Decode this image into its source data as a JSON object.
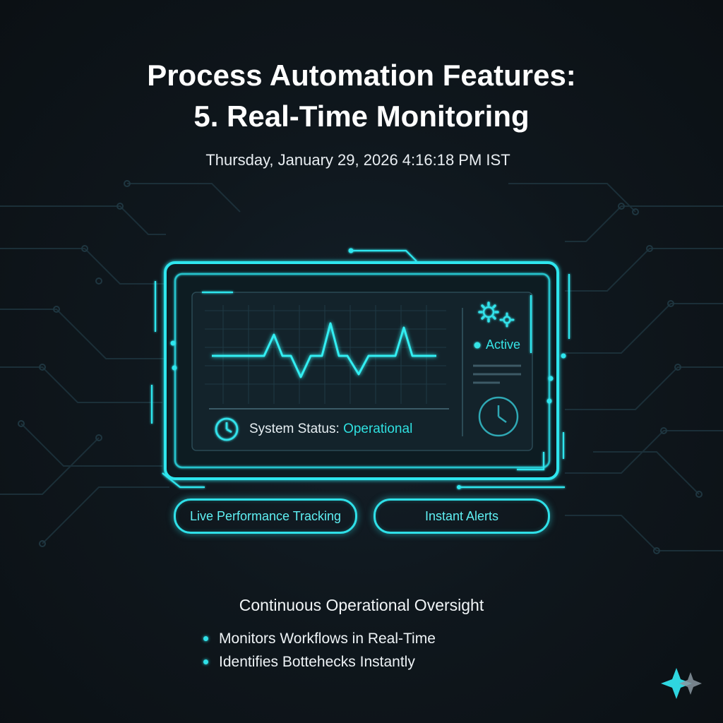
{
  "title": {
    "line1": "Process Automation Features:",
    "line2": "5. Real-Time Monitoring"
  },
  "timestamp": "Thursday, January 29, 2026 4:16:18 PM IST",
  "monitor": {
    "active_label": "Active",
    "status_label": "System Status:",
    "status_value": "Operational",
    "icons": [
      "gears-icon",
      "status-dot-icon",
      "clock-icon",
      "heartbeat-waveform"
    ]
  },
  "pills": {
    "left": "Live Performance Tracking",
    "right": "Instant Alerts"
  },
  "summary": {
    "heading": "Continuous Operational Oversight",
    "bullets": [
      "Monitors Workflows in Real-Time",
      "Identifies Bottehecks Instantly"
    ]
  },
  "colors": {
    "accent": "#2fe0e8",
    "background": "#0e1419",
    "text": "#ffffff"
  }
}
